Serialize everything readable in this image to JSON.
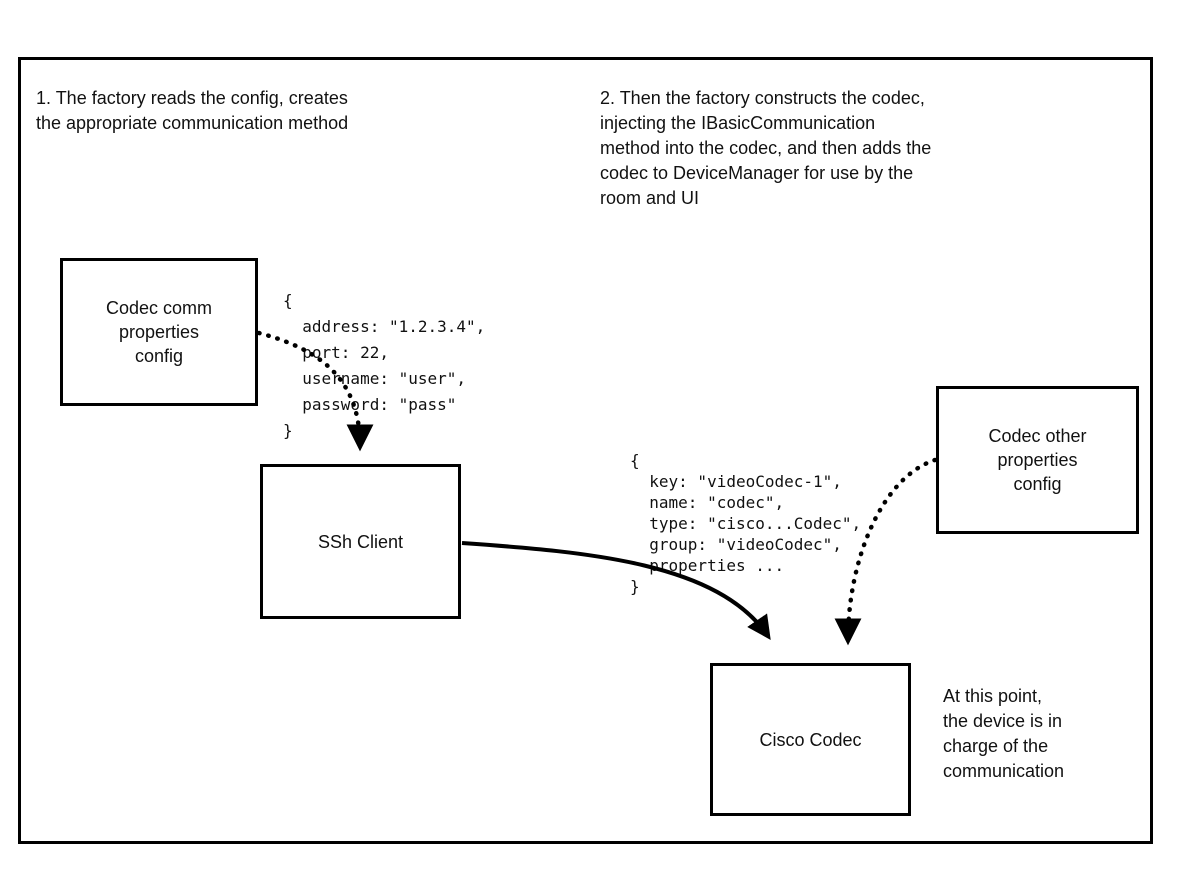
{
  "notes": {
    "step1": "1. The factory reads the config, creates\nthe appropriate communication method",
    "step2": "2. Then the factory constructs the codec,\ninjecting the IBasicCommunication\nmethod into the codec, and then adds the\ncodec to DeviceManager for use by the\nroom and UI",
    "endpoint": "At this point,\nthe device is in\ncharge of the\ncommunication"
  },
  "boxes": {
    "codec_comm": {
      "label": "Codec comm\nproperties\nconfig"
    },
    "ssh_client": {
      "label": "SSh Client"
    },
    "codec_other": {
      "label": "Codec other\nproperties\nconfig"
    },
    "cisco_codec": {
      "label": "Cisco Codec"
    }
  },
  "code": {
    "comm_properties": "{\n  address: \"1.2.3.4\",\n  port: 22,\n  username: \"user\",\n  password: \"pass\"\n}",
    "codec_properties": "{\n  key: \"videoCodec-1\",\n  name: \"codec\",\n  type: \"cisco...Codec\",\n  group: \"videoCodec\",\n  properties ...\n}"
  },
  "colors": {
    "line": "#000000",
    "background": "#ffffff"
  }
}
